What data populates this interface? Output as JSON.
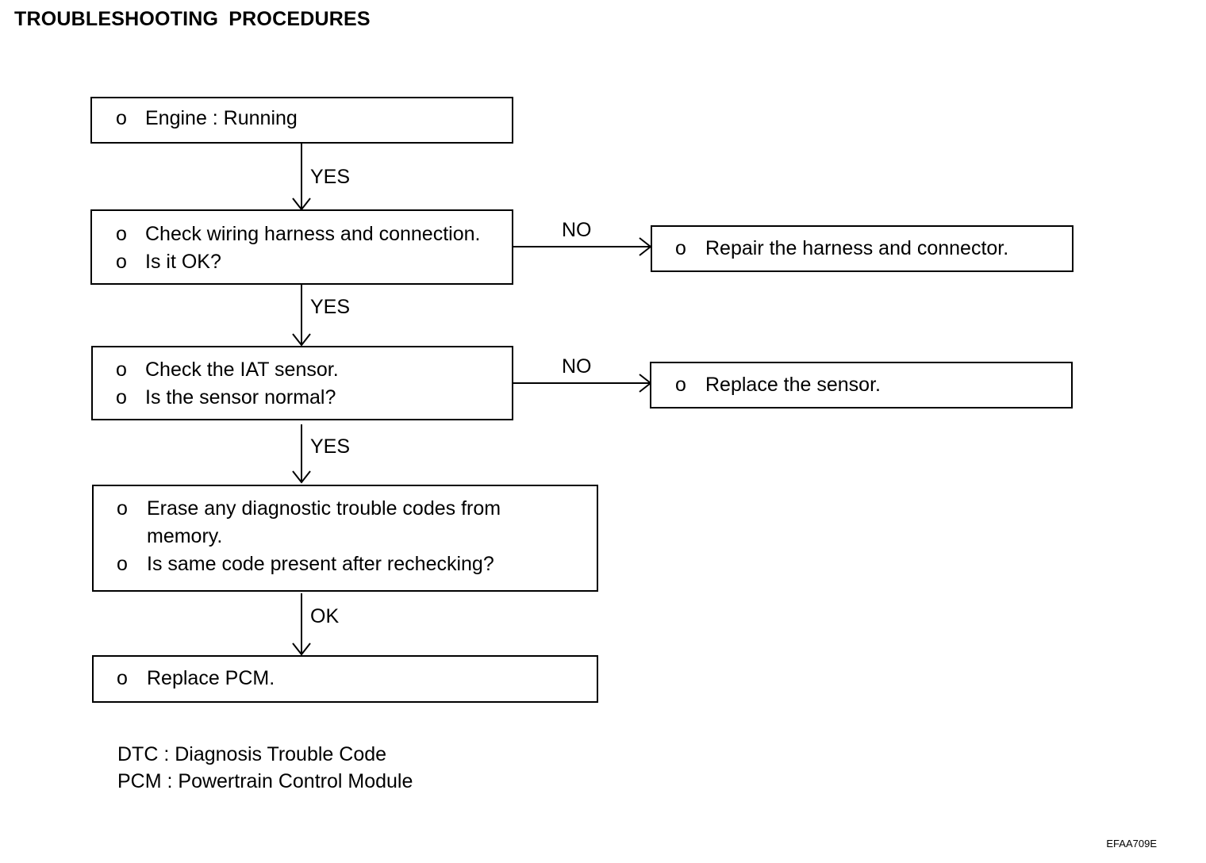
{
  "title": "TROUBLESHOOTING PROCEDURES",
  "bullet_char": "o",
  "steps": {
    "engine": {
      "lines": [
        "Engine : Running"
      ]
    },
    "wiring": {
      "lines": [
        "Check wiring harness and connection.",
        "Is it OK?"
      ]
    },
    "iat": {
      "lines": [
        "Check the IAT sensor.",
        "Is the sensor normal?"
      ]
    },
    "erase": {
      "lines": [
        "Erase any diagnostic trouble codes from",
        "memory.",
        "Is same code present after rechecking?"
      ]
    },
    "replace_pcm": {
      "lines": [
        "Replace PCM."
      ]
    },
    "repair_harness": {
      "lines": [
        "Repair the harness and connector."
      ]
    },
    "replace_sensor": {
      "lines": [
        "Replace the sensor."
      ]
    }
  },
  "connectors": {
    "engine_to_wiring": "YES",
    "wiring_to_iat": "YES",
    "iat_to_erase": "YES",
    "erase_to_pcm": "OK",
    "wiring_to_repair": "NO",
    "iat_to_sensor": "NO"
  },
  "legend": [
    "DTC : Diagnosis Trouble Code",
    "PCM : Powertrain Control Module"
  ],
  "figure_code": "EFAA709E"
}
